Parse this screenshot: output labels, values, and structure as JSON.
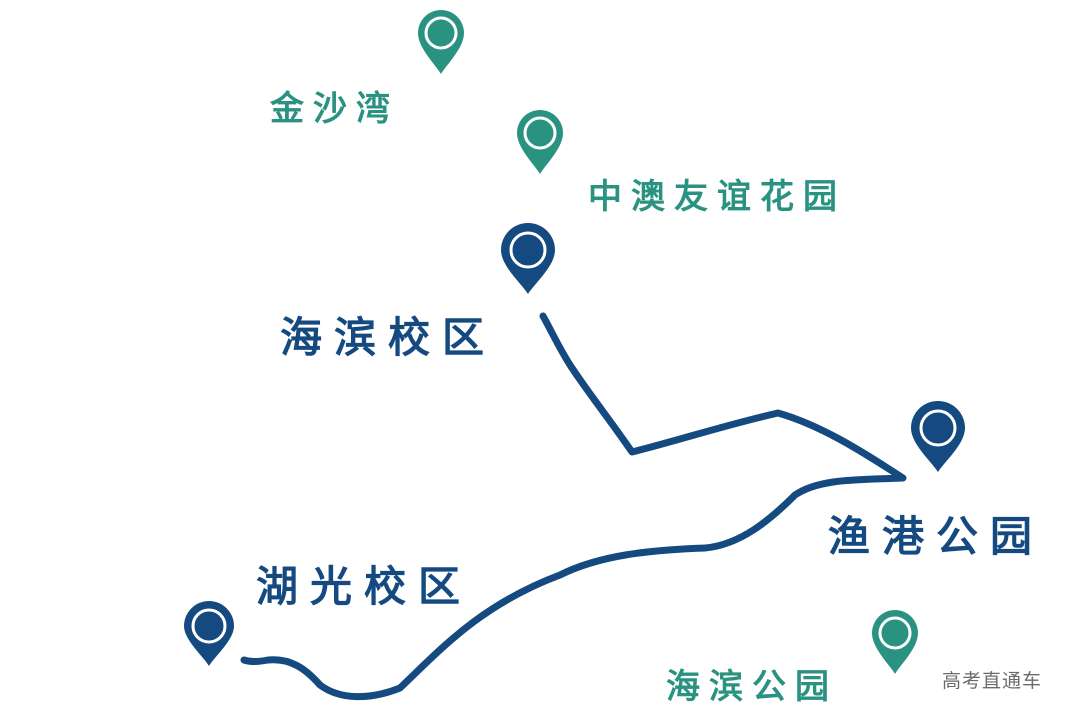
{
  "colors": {
    "teal": "#2a9281",
    "navy": "#154a80",
    "route": "#154a80",
    "background": "#ffffff"
  },
  "route": {
    "from": "海滨校区",
    "via": "渔港公园",
    "to": "湖光校区"
  },
  "locations": [
    {
      "id": "jinsha",
      "name": "金沙湾",
      "color": "teal",
      "icon": "map-pin-icon"
    },
    {
      "id": "zhongao",
      "name": "中澳友谊花园",
      "color": "teal",
      "icon": "map-pin-icon"
    },
    {
      "id": "haibin_campus",
      "name": "海滨校区",
      "color": "navy",
      "icon": "map-pin-icon"
    },
    {
      "id": "yugang",
      "name": "渔港公园",
      "color": "navy",
      "icon": "map-pin-icon"
    },
    {
      "id": "huguang",
      "name": "湖光校区",
      "color": "navy",
      "icon": "map-pin-icon"
    },
    {
      "id": "haibin_park",
      "name": "海滨公园",
      "color": "teal",
      "icon": "map-pin-icon"
    }
  ],
  "watermark": "高考直通车"
}
